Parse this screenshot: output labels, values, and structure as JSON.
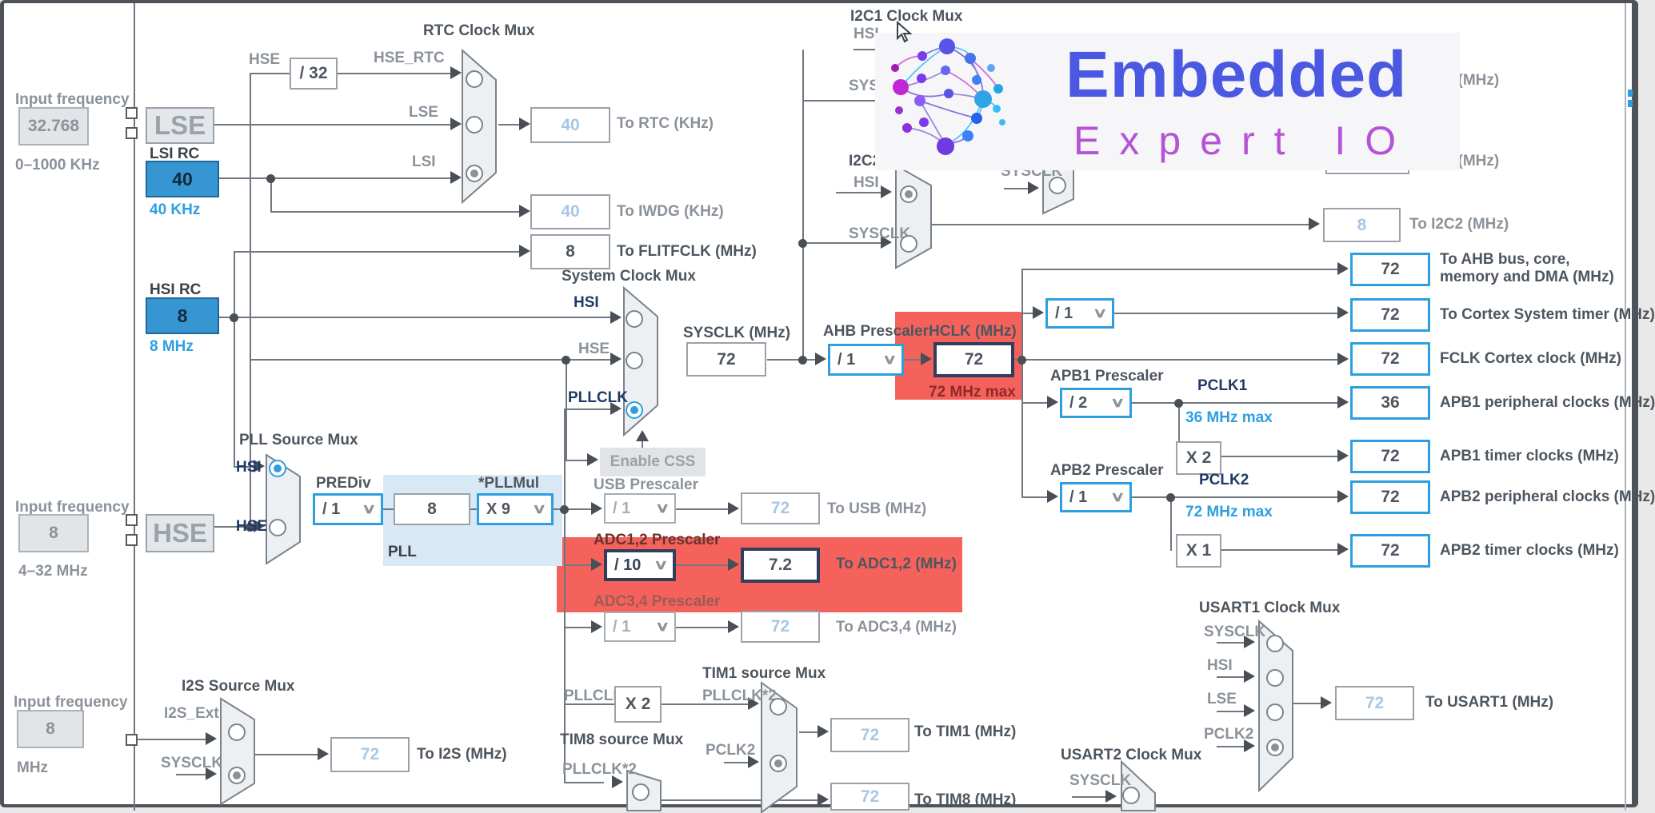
{
  "left_rail": {
    "lse_input": {
      "label": "Input frequency",
      "value": "32.768",
      "range": "0–1000 KHz"
    },
    "lse": {
      "name": "LSE"
    },
    "lsi": {
      "title": "LSI RC",
      "value": "40",
      "freq": "40 KHz"
    },
    "hsi": {
      "title": "HSI RC",
      "value": "8",
      "freq": "8 MHz"
    },
    "hse_input": {
      "label": "Input frequency",
      "value": "8",
      "range": "4–32 MHz"
    },
    "hse": {
      "name": "HSE"
    },
    "i2s_input": {
      "label": "Input frequency",
      "value": "8",
      "range": "MHz"
    }
  },
  "rtc": {
    "title": "RTC Clock Mux",
    "hse": "HSE",
    "divider": "/ 32",
    "hse_rtc": "HSE_RTC",
    "lse": "LSE",
    "lsi": "LSI",
    "to_rtc": {
      "value": "40",
      "label": "To RTC (KHz)"
    },
    "to_iwdg": {
      "value": "40",
      "label": "To IWDG (KHz)"
    },
    "to_flitfclk": {
      "value": "8",
      "label": "To FLITFCLK (MHz)"
    }
  },
  "system_mux": {
    "title": "System Clock Mux",
    "inputs": [
      "HSI",
      "HSE",
      "PLLCLK"
    ],
    "sysclk_label": "SYSCLK (MHz)",
    "sysclk": "72",
    "enable_css": "Enable CSS"
  },
  "ahb": {
    "label": "AHB Prescaler",
    "value": "/ 1",
    "hclk_label": "HCLK (MHz)",
    "hclk": "72",
    "hclk_max": "72 MHz max"
  },
  "cortex_prescaler": "/ 1",
  "apb1": {
    "label": "APB1 Prescaler",
    "value": "/ 2",
    "pclk": "PCLK1",
    "max": "36 MHz max",
    "mult": "X 2"
  },
  "apb2": {
    "label": "APB2 Prescaler",
    "value": "/ 1",
    "pclk": "PCLK2",
    "max": "72 MHz max",
    "mult": "X 1"
  },
  "outputs": {
    "ahb_bus": {
      "value": "72",
      "label1": "To AHB bus, core,",
      "label2": "memory and DMA (MHz)"
    },
    "cortex_timer": {
      "value": "72",
      "label": "To Cortex System timer (MHz)"
    },
    "fclk": {
      "value": "72",
      "label": "FCLK Cortex clock (MHz)"
    },
    "apb1_periph": {
      "value": "36",
      "label": "APB1 peripheral clocks (MHz)"
    },
    "apb1_timer": {
      "value": "72",
      "label": "APB1 timer clocks (MHz)"
    },
    "apb2_periph": {
      "value": "72",
      "label": "APB2 peripheral clocks (MHz)"
    },
    "apb2_timer": {
      "value": "72",
      "label": "APB2 timer clocks (MHz)"
    }
  },
  "pll": {
    "title": "PLL Source Mux",
    "hsi": "HSI",
    "hse": "HSE",
    "prediv_label": "PREDiv",
    "prediv": "/ 1",
    "input_freq": "8",
    "pllmul_label": "*PLLMul",
    "pllmul": "X 9",
    "region_label": "PLL"
  },
  "usb": {
    "label": "USB Prescaler",
    "value": "/ 1",
    "out": "72",
    "out_label": "To USB (MHz)"
  },
  "adc12": {
    "label": "ADC1,2 Prescaler",
    "value": "/ 10",
    "out": "7.2",
    "out_label": "To ADC1,2 (MHz)"
  },
  "adc34": {
    "label": "ADC3,4 Prescaler",
    "value": "/ 1",
    "out": "72",
    "out_label": "To ADC3,4 (MHz)"
  },
  "i2s": {
    "title": "I2S Source Mux",
    "ext": "I2S_Ext",
    "sysclk": "SYSCLK",
    "out": "72",
    "out_label": "To I2S (MHz)"
  },
  "tim1": {
    "title": "TIM1 source Mux",
    "pllclk": "PLLCLK",
    "mult": "X 2",
    "pllclk2": "PLLCLK*2",
    "pclk2": "PCLK2",
    "out": "72",
    "out_label": "To TIM1 (MHz)"
  },
  "tim8": {
    "title": "TIM8 source Mux",
    "pllclk2": "PLLCLK*2",
    "out": "72",
    "out_label": "To TIM8 (MHz)"
  },
  "i2c1": {
    "title": "I2C1 Clock Mux",
    "hsi": "HSI",
    "sysclk": "SYSCLK",
    "out_label": "To I2C1 (MHz)"
  },
  "i2c3": {
    "sysclk": "SYSCLK",
    "out_label": "To I2C3 (MHz)"
  },
  "i2c2": {
    "title": "I2C2 Clock Mux",
    "hsi": "HSI",
    "sysclk": "SYSCLK",
    "out": "8",
    "out_label": "To I2C2 (MHz)"
  },
  "usart1": {
    "title": "USART1 Clock Mux",
    "inputs": [
      "SYSCLK",
      "HSI",
      "LSE",
      "PCLK2"
    ],
    "out": "72",
    "out_label": "To USART1 (MHz)"
  },
  "usart2": {
    "title": "USART2 Clock Mux",
    "sysclk": "SYSCLK"
  },
  "logo": {
    "line1": "Embedded",
    "line2": "Expert IO"
  }
}
